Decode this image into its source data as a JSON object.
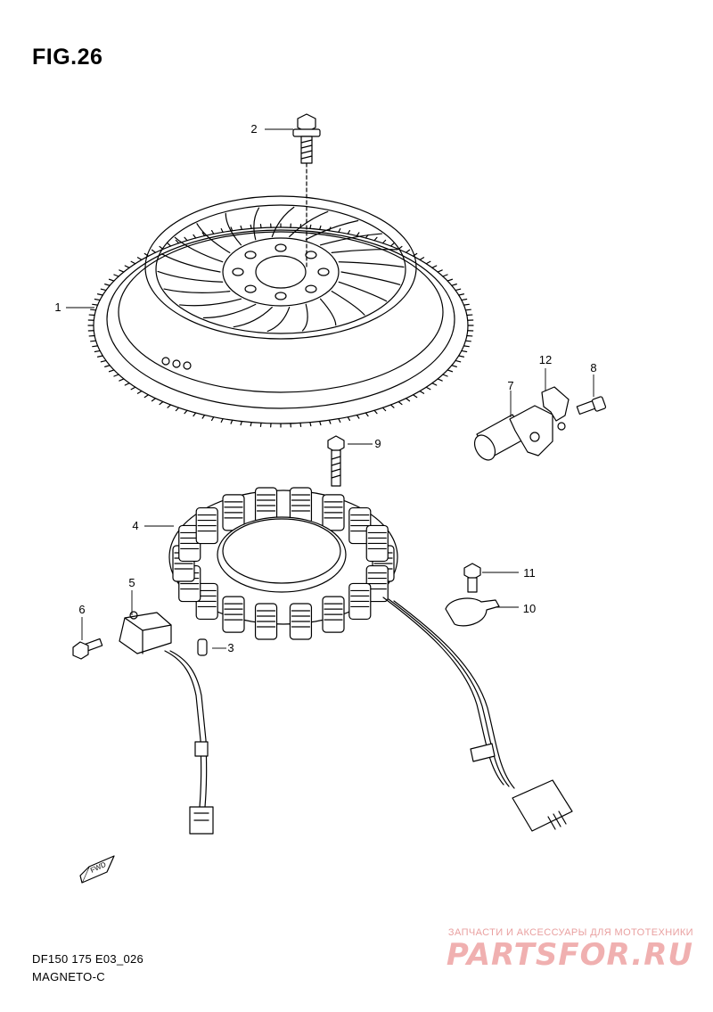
{
  "figure": {
    "title": "FIG.26",
    "code": "DF150 175 E03_026",
    "name": "MAGNETO-C"
  },
  "callouts": {
    "c1": "1",
    "c2": "2",
    "c3": "3",
    "c4": "4",
    "c5": "5",
    "c6": "6",
    "c7": "7",
    "c8": "8",
    "c9": "9",
    "c10": "10",
    "c11": "11",
    "c12": "12"
  },
  "fwd_badge": "FWD",
  "watermark": {
    "subtitle": "ЗАПЧАСТИ И АКСЕССУАРЫ ДЛЯ МОТОТЕХНИКИ",
    "brand": "PARTSFOR.RU"
  },
  "colors": {
    "ink": "#000000",
    "watermark": "#f0b0b0"
  }
}
